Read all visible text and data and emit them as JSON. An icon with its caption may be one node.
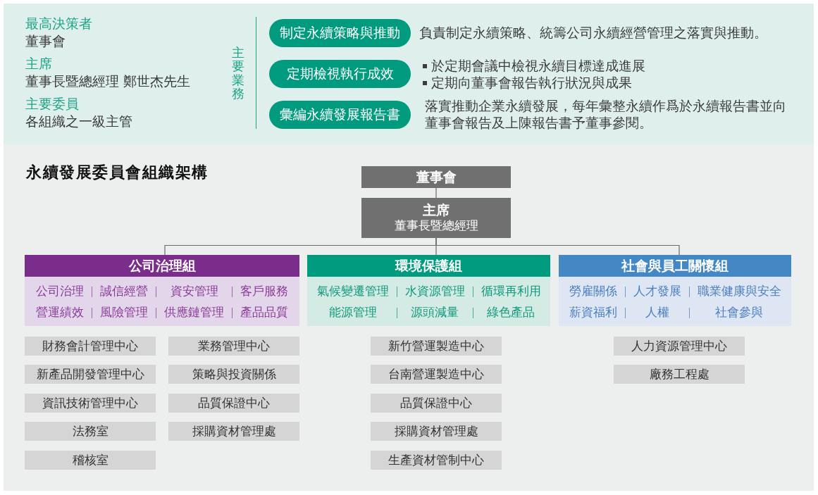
{
  "diagram": {
    "title": "永續發展委員會組織架構",
    "nodes": [
      {
        "text": [
          "制定永續策略與推動"
        ],
        "beside": [
          "負責制定永續策略、統籌公司永續經營管理之落實與推動。"
        ]
      },
      {
        "text": [
          "定期檢視執行成效"
        ],
        "beside": [
          "於定期會議中檢視永續目標達成進展",
          "定期向董事會報告執行狀況與成果"
        ]
      },
      {
        "text": [
          "彙編永續發展報告書"
        ],
        "beside": [
          "落實推動企業永續發展，每年彙整永續作爲於永續報告書並向董事會報告及上陳報告書予董事參閱。"
        ]
      },
      {
        "text": [
          "董事會"
        ]
      },
      {
        "text": [
          "主席",
          "董事長暨總經理"
        ]
      },
      {
        "text": [
          "公司治理組",
          "公司治理",
          "誠信經營",
          "資安管理",
          "客戶服務",
          "營運績效",
          "風險管理",
          "供應鏈管理",
          "產品品質"
        ]
      },
      {
        "text": [
          "環境保護組",
          "氣候變遷管理",
          "水資源管理",
          "循環再利用",
          "能源管理",
          "源頭減量",
          "綠色產品"
        ]
      },
      {
        "text": [
          "社會與員工關懷組",
          "勞雇關係",
          "人才發展",
          "職業健康與安全",
          "薪資福利",
          "人權",
          "社會參與"
        ]
      },
      {
        "text": [
          "財務會計管理中心"
        ]
      },
      {
        "text": [
          "新產品開發管理中心"
        ]
      },
      {
        "text": [
          "資訊技術管理中心"
        ]
      },
      {
        "text": [
          "法務室"
        ]
      },
      {
        "text": [
          "稽核室"
        ]
      },
      {
        "text": [
          "業務管理中心"
        ]
      },
      {
        "text": [
          "策略與投資關係"
        ]
      },
      {
        "text": [
          "品質保證中心"
        ]
      },
      {
        "text": [
          "採購資材管理處"
        ]
      },
      {
        "text": [
          "新竹營運製造中心"
        ]
      },
      {
        "text": [
          "台南營運製造中心"
        ]
      },
      {
        "text": [
          "品質保證中心"
        ]
      },
      {
        "text": [
          "採購資材管理處"
        ]
      },
      {
        "text": [
          "生產資材管制中心"
        ]
      },
      {
        "text": [
          "人力資源管理中心"
        ]
      },
      {
        "text": [
          "廠務工程處"
        ]
      }
    ],
    "edges": [
      {
        "from": 3,
        "to": 4,
        "arrow": "none"
      },
      {
        "from": 4,
        "to": 5,
        "arrow": "none"
      },
      {
        "from": 4,
        "to": 6,
        "arrow": "none"
      },
      {
        "from": 4,
        "to": 7,
        "arrow": "none"
      }
    ],
    "labels": [
      "最高決策者",
      "董事會",
      "主席",
      "董事長暨總經理 鄭世杰先生",
      "主要委員",
      "各組織之一級主管",
      "主要業務"
    ]
  }
}
